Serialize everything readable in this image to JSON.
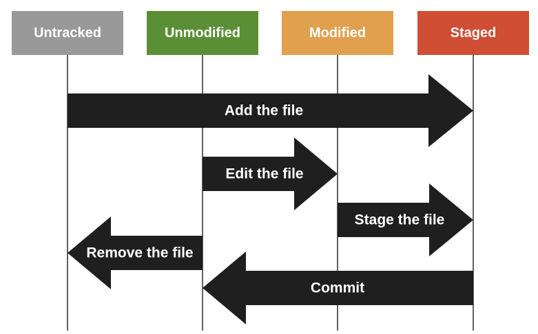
{
  "states": [
    {
      "id": "untracked",
      "label": "Untracked",
      "color": "#999999"
    },
    {
      "id": "unmodified",
      "label": "Unmodified",
      "color": "#5b8f35"
    },
    {
      "id": "modified",
      "label": "Modified",
      "color": "#e0a04e"
    },
    {
      "id": "staged",
      "label": "Staged",
      "color": "#cf4e34"
    }
  ],
  "transitions": [
    {
      "id": "add-the-file",
      "label": "Add the file",
      "from": "untracked",
      "to": "staged"
    },
    {
      "id": "edit-the-file",
      "label": "Edit the file",
      "from": "unmodified",
      "to": "modified"
    },
    {
      "id": "stage-the-file",
      "label": "Stage the file",
      "from": "modified",
      "to": "staged"
    },
    {
      "id": "remove-the-file",
      "label": "Remove the file",
      "from": "unmodified",
      "to": "untracked"
    },
    {
      "id": "commit",
      "label": "Commit",
      "from": "staged",
      "to": "unmodified"
    }
  ],
  "arrow_color": "#1f1f1f",
  "lifeline_color": "#2b2b2b"
}
